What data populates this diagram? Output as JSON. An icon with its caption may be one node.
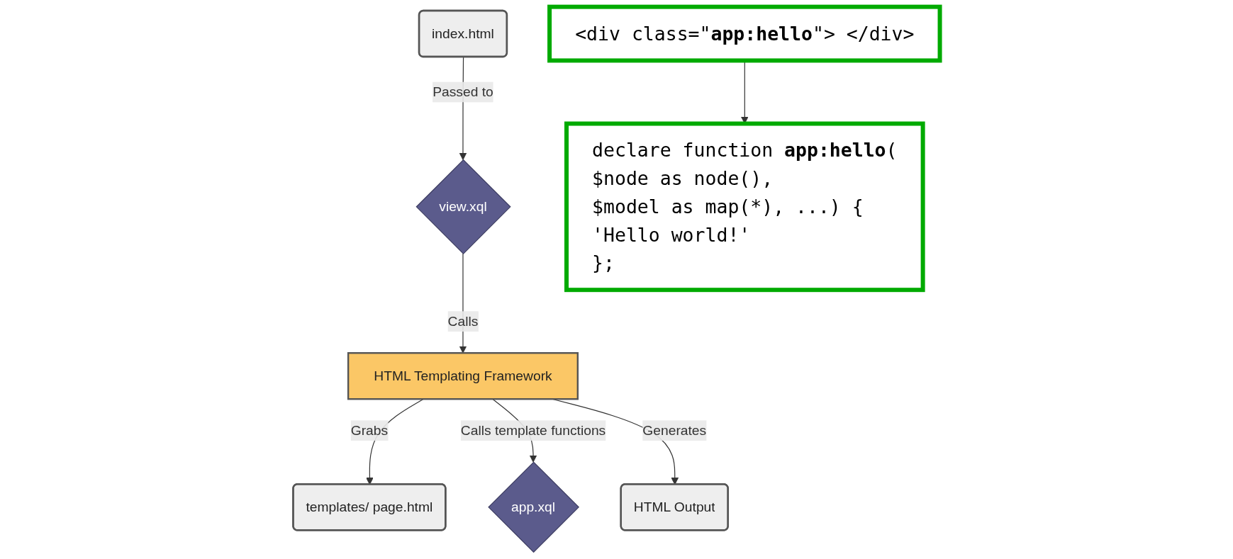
{
  "diagram": {
    "nodes": [
      {
        "text": [
          "index.html"
        ]
      },
      {
        "text": [
          "view.xql"
        ]
      },
      {
        "text": [
          "HTML Templating Framework"
        ]
      },
      {
        "text": [
          "templates/ page.html"
        ]
      },
      {
        "text": [
          "app.xql"
        ]
      },
      {
        "text": [
          "HTML Output"
        ]
      },
      {
        "text": [
          "<div class=\"**app:hello**\"> </div>"
        ]
      },
      {
        "text": [
          "declare function **app:hello**(",
          "$node as node(),",
          "$model as map(*), ...) {",
          "'Hello world!'",
          "};"
        ]
      }
    ],
    "edges": [
      {
        "from": 0,
        "to": 1,
        "arrow": "to",
        "label": "Passed to"
      },
      {
        "from": 1,
        "to": 2,
        "arrow": "to",
        "label": "Calls"
      },
      {
        "from": 2,
        "to": 3,
        "arrow": "to",
        "label": "Grabs"
      },
      {
        "from": 2,
        "to": 4,
        "arrow": "to",
        "label": "Calls template functions"
      },
      {
        "from": 2,
        "to": 5,
        "arrow": "to",
        "label": "Generates"
      },
      {
        "from": 6,
        "to": 7,
        "arrow": "to"
      }
    ]
  }
}
